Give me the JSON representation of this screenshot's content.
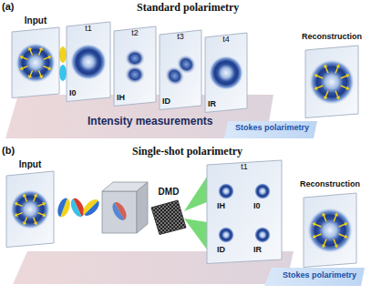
{
  "diagram": {
    "nodes": [
      {
        "text": [
          "Input"
        ]
      },
      {
        "text": [
          "t1",
          "I0"
        ]
      },
      {
        "text": [
          "t2",
          "IH"
        ]
      },
      {
        "text": [
          "t3",
          "ID"
        ]
      },
      {
        "text": [
          "t4",
          "IR"
        ]
      },
      {
        "text": [
          "Reconstruction"
        ]
      },
      {
        "text": [
          "Input"
        ]
      },
      {
        "text": [
          "DMD"
        ]
      },
      {
        "text": [
          "t1",
          "IH",
          "I0",
          "ID",
          "IR"
        ]
      },
      {
        "text": [
          "Reconstruction"
        ]
      }
    ],
    "labels": [
      "(a)",
      "Standard polarimetry",
      "Intensity measurements",
      "Stokes polarimetry",
      "(b)",
      "Single-shot polarimetry",
      "Stokes polarimetry"
    ]
  }
}
